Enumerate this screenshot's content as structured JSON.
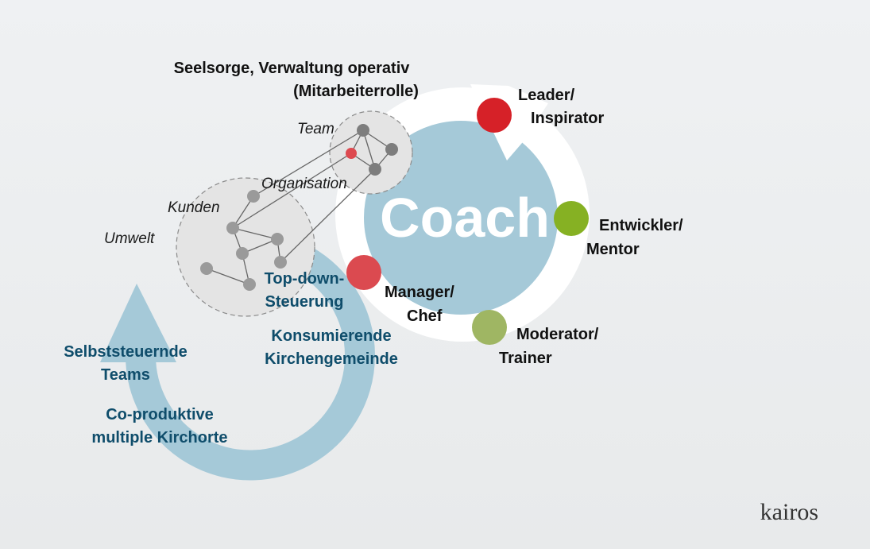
{
  "title": {
    "line1": "Seelsorge, Verwaltung operativ",
    "line2": "(Mitarbeiterrolle)"
  },
  "network_labels": {
    "team": "Team",
    "organisation": "Organisation",
    "kunden": "Kunden",
    "umwelt": "Umwelt"
  },
  "center": {
    "label": "Coach"
  },
  "roles": [
    {
      "line1": "Leader/",
      "line2": "Inspirator",
      "color": "#d62128"
    },
    {
      "line1": "Entwickler/",
      "line2": "Mentor",
      "color": "#86b123"
    },
    {
      "line1": "Manager/",
      "line2": "Chef",
      "color": "#db4a50"
    },
    {
      "line1": "Moderator/",
      "line2": "Trainer",
      "color": "#9fb663"
    }
  ],
  "blue_labels": {
    "topdown": {
      "line1": "Top-down-",
      "line2": "Steuerung"
    },
    "konsum": {
      "line1": "Konsumierende",
      "line2": "Kirchengemeinde"
    },
    "selbst": {
      "line1": "Selbststeuernde",
      "line2": "Teams"
    },
    "coprod": {
      "line1": "Co-produktive",
      "line2": "multiple Kirchorte"
    }
  },
  "colors": {
    "blue": "#a5c9d8",
    "dark_blue_text": "#0f4d6b",
    "node_gray": "#8a8a8a"
  },
  "logo": "kairos"
}
